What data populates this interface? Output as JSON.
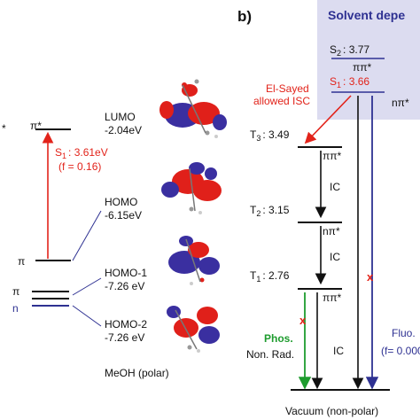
{
  "left": {
    "levels": {
      "pi_star": "π*",
      "pi_star_cut": "*",
      "pi": "π",
      "pi_lower": "π",
      "n": "n"
    },
    "orbitals": [
      {
        "name": "LUMO",
        "energy": "-2.04eV"
      },
      {
        "name": "HOMO",
        "energy": "-6.15eV"
      },
      {
        "name": "HOMO-1",
        "energy": "-7.26 eV"
      },
      {
        "name": "HOMO-2",
        "energy": "-7.26 eV"
      }
    ],
    "transition": {
      "state": "S",
      "sub": "1",
      "energy": ": 3.61eV",
      "osc": "(f = 0.16)"
    },
    "caption": "MeOH (polar)"
  },
  "right": {
    "panel_label": "b)",
    "box_title": "Solvent depe",
    "S2": {
      "label": "S",
      "sub": "2",
      "energy": ": 3.77",
      "character": "ππ*"
    },
    "S1": {
      "label": "S",
      "sub": "1",
      "energy": ": 3.66",
      "character": "nπ*"
    },
    "el_sayed": [
      "El-Sayed",
      "allowed ISC"
    ],
    "T3": {
      "label": "T",
      "sub": "3",
      "energy": ": 3.49",
      "character": "ππ*"
    },
    "T2": {
      "label": "T",
      "sub": "2",
      "energy": ": 3.15",
      "character": "nπ*"
    },
    "T1": {
      "label": "T",
      "sub": "1",
      "energy": ": 2.76",
      "character": "ππ*"
    },
    "ic_labels": [
      "IC",
      "IC",
      "IC"
    ],
    "phos": "Phos.",
    "non_rad": "Non. Rad.",
    "fluo": "Fluo.",
    "fluo_f": "(f= 0.000",
    "cross": "x",
    "caption": "Vacuum (non-polar)"
  },
  "colors": {
    "red": "#e2231a",
    "blue": "#2e3192",
    "green": "#1e9c2e",
    "box_fill": "#dcdcf0",
    "orbital_red": "#e0201a",
    "orbital_blue": "#3a2fa0"
  }
}
